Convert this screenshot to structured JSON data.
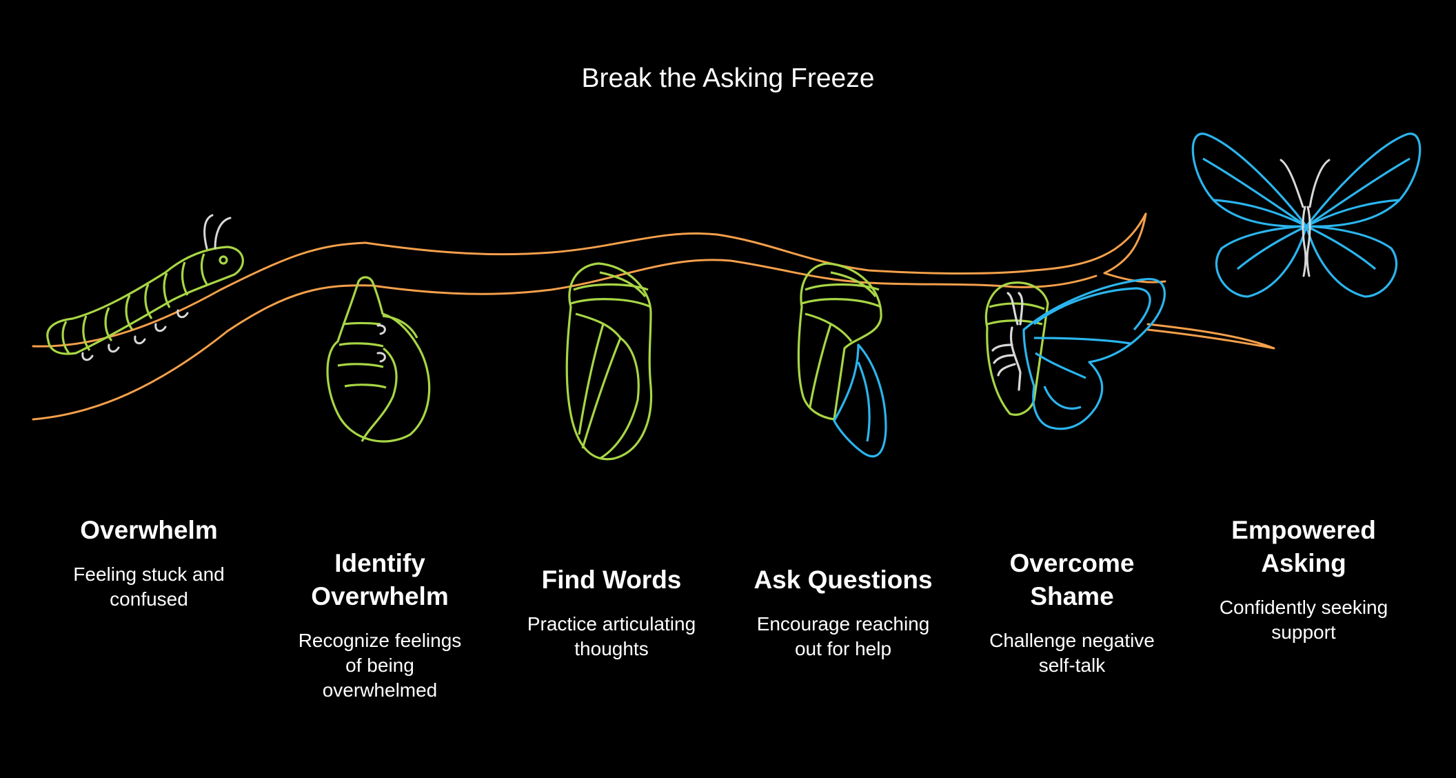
{
  "title": "Break the Asking Freeze",
  "colors": {
    "background": "#000000",
    "branch": "#F5A04B",
    "green": "#A8D645",
    "blue": "#2BB5EE",
    "antenna": "#D9D9D9"
  },
  "stages": [
    {
      "id": "overwhelm",
      "title": "Overwhelm",
      "description": "Feeling stuck and confused",
      "icon": "caterpillar-icon"
    },
    {
      "id": "identify-overwhelm",
      "title": "Identify Overwhelm",
      "description": "Recognize feelings of being overwhelmed",
      "icon": "j-hanging-caterpillar-icon"
    },
    {
      "id": "find-words",
      "title": "Find Words",
      "description": "Practice articulating thoughts",
      "icon": "chrysalis-icon"
    },
    {
      "id": "ask-questions",
      "title": "Ask Questions",
      "description": "Encourage reaching out for help",
      "icon": "chrysalis-wing-showing-icon"
    },
    {
      "id": "overcome-shame",
      "title": "Overcome Shame",
      "description": "Challenge negative self-talk",
      "icon": "emerging-butterfly-icon"
    },
    {
      "id": "empowered-asking",
      "title": "Empowered Asking",
      "description": "Confidently seeking support",
      "icon": "butterfly-icon"
    }
  ]
}
